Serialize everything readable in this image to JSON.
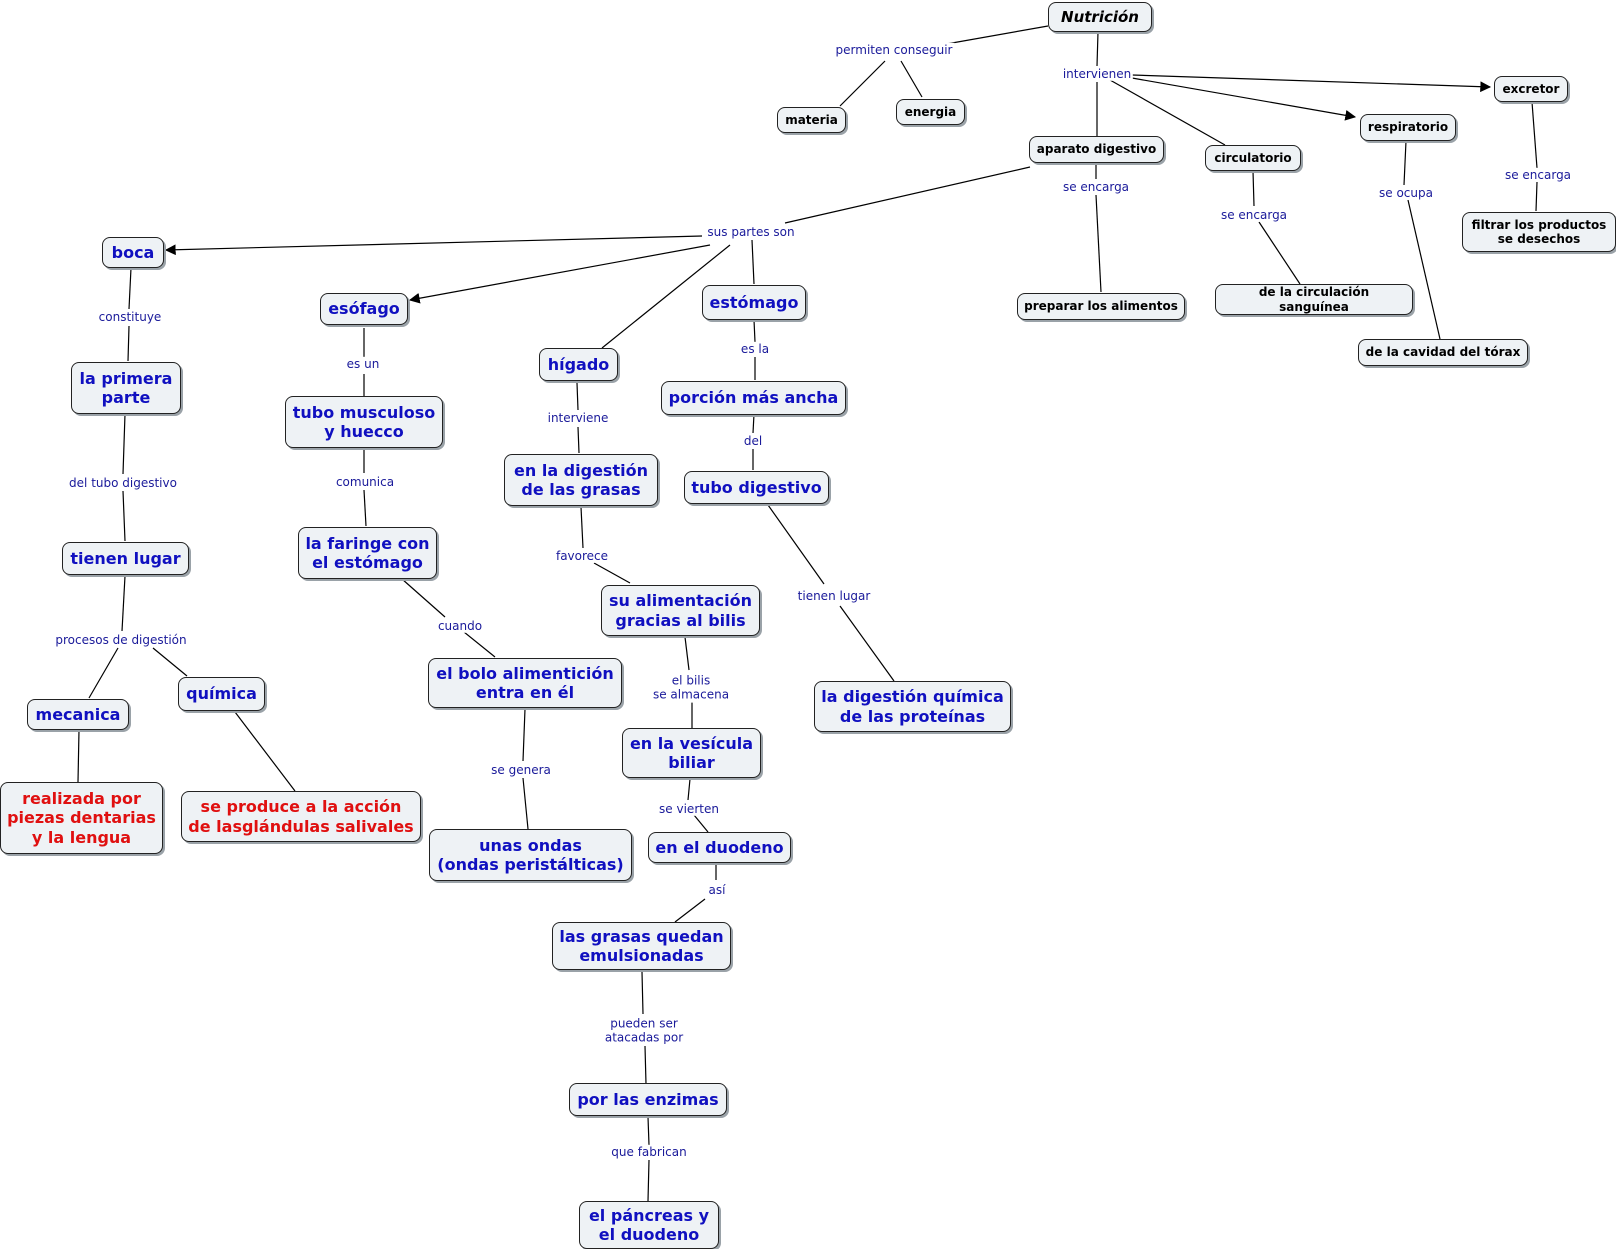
{
  "nodes": {
    "nutricion": "Nutrición",
    "materia": "materia",
    "energia": "energia",
    "aparato_digestivo": "aparato digestivo",
    "circulatorio": "circulatorio",
    "respiratorio": "respiratorio",
    "excretor": "excretor",
    "filtrar": "filtrar los productos\nse desechos",
    "preparar": "preparar los alimentos",
    "circulacion": "de la circulación sanguínea",
    "cavidad": "de la cavidad del tórax",
    "boca": "boca",
    "esofago": "esófago",
    "higado": "hígado",
    "estomago": "estómago",
    "primera_parte": "la primera\nparte",
    "tubo_musculoso": "tubo musculoso\ny huecco",
    "digestion_grasas": "en la digestión\nde las grasas",
    "porcion": "porción más ancha",
    "tubo_digestivo": "tubo digestivo",
    "tienen_lugar": "tienen lugar",
    "faringe": "la faringe con\nel estómago",
    "su_alimentacion": "su alimentación\ngracias al bilis",
    "mecanica": "mecanica",
    "quimica": "química",
    "bolo": "el bolo alimentición\nentra en él",
    "vesicula": "en la vesícula\nbiliar",
    "digestion_proteinas": "la digestión química\nde las proteínas",
    "realizada": "realizada por\npiezas dentarias\ny la lengua",
    "se_produce": "se produce a la acción\nde lasglándulas salivales",
    "ondas": "unas ondas\n(ondas peristálticas)",
    "duodeno": "en el duodeno",
    "grasas_emulsionadas": "las grasas quedan\nemulsionadas",
    "enzimas": "por las enzimas",
    "pancreas": "el páncreas y\nel duodeno"
  },
  "labels": {
    "permiten_conseguir": "permiten conseguir",
    "intervienen": "intervienen",
    "se_encarga_excretor": "se encarga",
    "se_encarga_aparato": "se encarga",
    "se_encarga_circ": "se encarga",
    "se_ocupa": "se ocupa",
    "sus_partes_son": "sus partes son",
    "constituye": "constituye",
    "es_un": "es un",
    "interviene": "interviene",
    "es_la": "es la",
    "del_tubo_digestivo": "del tubo digestivo",
    "comunica": "comunica",
    "favorece": "favorece",
    "del": "del",
    "procesos": "procesos de digestión",
    "cuando": "cuando",
    "el_bilis": "el bilis\nse almacena",
    "tienen_lugar_lbl": "tienen lugar",
    "se_genera": "se genera",
    "se_vierten": "se vierten",
    "asi": "así",
    "pueden_ser": "pueden ser\natacadas por",
    "que_fabrican": "que fabrican"
  },
  "colors": {
    "node_fill": "#eef2f5",
    "node_border": "#222222",
    "blue_text": "#1010c0",
    "red_text": "#e01010",
    "label_text": "#1a1a9a",
    "edge": "#000000"
  }
}
